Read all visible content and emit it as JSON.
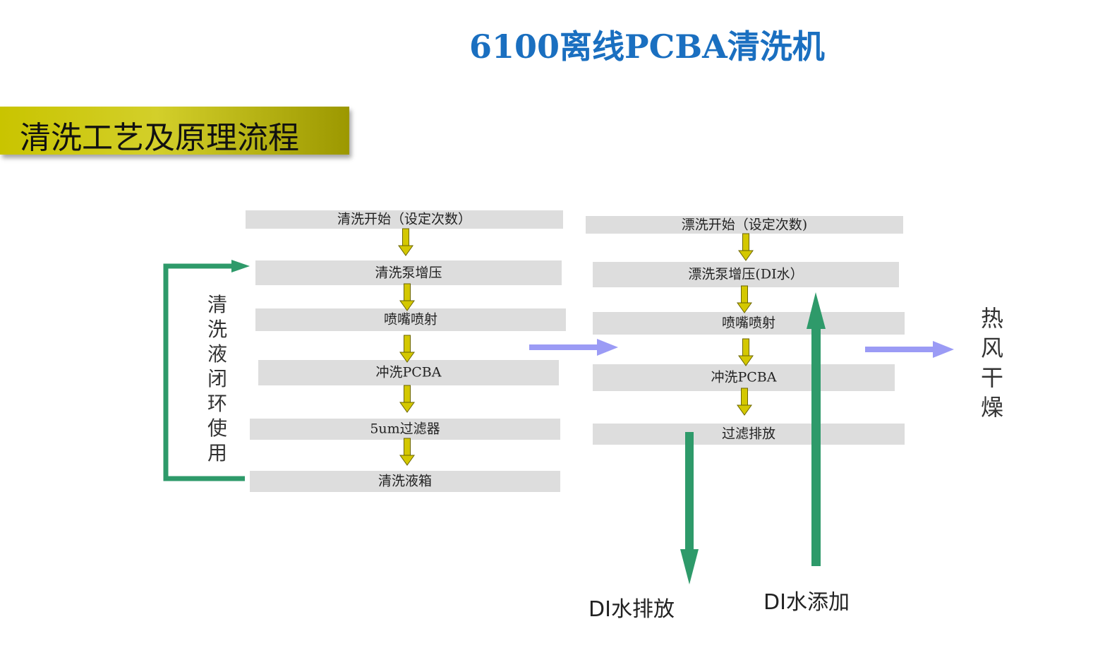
{
  "title": "6100离线PCBA清洗机",
  "section_heading": "清洗工艺及原理流程",
  "wash_steps": [
    "清洗开始（设定次数）",
    "清洗泵增压",
    "喷嘴喷射",
    "冲洗PCBA",
    "5um过滤器",
    "清洗液箱"
  ],
  "loop_label": "清洗液闭环使用",
  "rinse_steps": [
    "漂洗开始（设定次数)",
    "漂洗泵增压(DI水）",
    "喷嘴喷射",
    "冲洗PCBA",
    "过滤排放"
  ],
  "dry_label": "热风干燥",
  "di_drain_label": "DI水排放",
  "di_add_label": "DI水添加",
  "colors": {
    "title": "#1a6fc0",
    "banner": "#c9c400",
    "step_box": "#dddddd",
    "down_arrow": "#d4c800",
    "green_arrow": "#2e9a6a",
    "blue_arrow": "#9b9bf5"
  }
}
